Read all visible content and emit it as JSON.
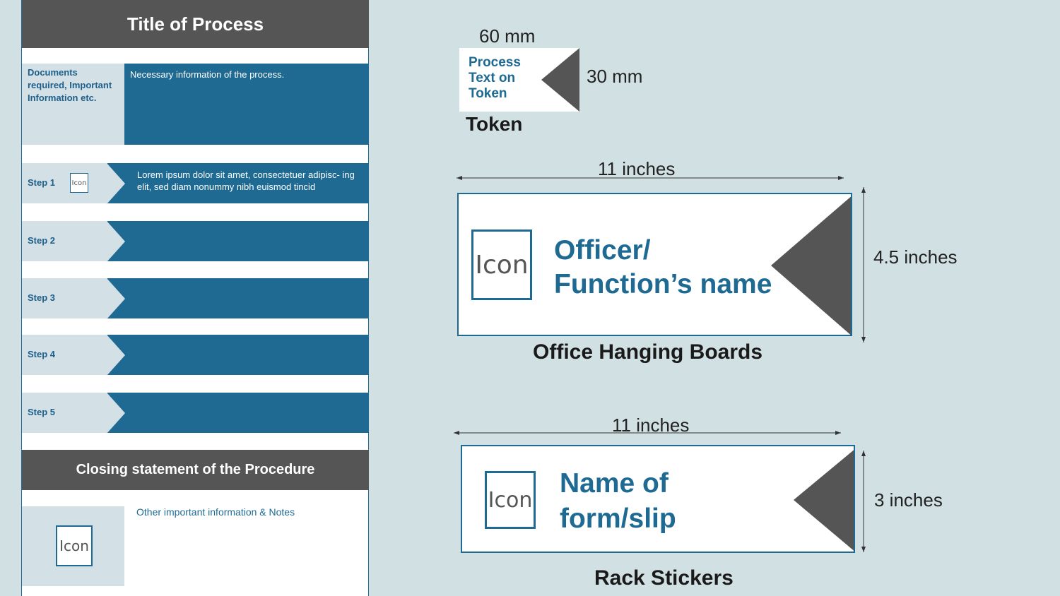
{
  "poster": {
    "title": "Title of Process",
    "docs_label": "Documents required, Important Information etc.",
    "docs_info": "Necessary information of the process.",
    "steps": [
      {
        "label": "Step 1",
        "icon": "Icon",
        "text": "Lorem ipsum dolor sit amet, consectetuer adipisc- ing elit, sed diam nonummy nibh euismod tincid"
      },
      {
        "label": "Step 2",
        "text": ""
      },
      {
        "label": "Step 3",
        "text": ""
      },
      {
        "label": "Step 4",
        "text": ""
      },
      {
        "label": "Step 5",
        "text": ""
      }
    ],
    "closing": "Closing statement of the Procedure",
    "notes": "Other important information & Notes",
    "icon": "Icon"
  },
  "token": {
    "width_label": "60 mm",
    "height_label": "30 mm",
    "text": "Process Text on Token",
    "caption": "Token"
  },
  "board": {
    "width_label": "11 inches",
    "height_label": "4.5 inches",
    "icon": "Icon",
    "name_line1": "Officer/",
    "name_line2": "Function’s name",
    "caption": "Office Hanging Boards"
  },
  "sticker": {
    "width_label": "11 inches",
    "height_label": "3 inches",
    "icon": "Icon",
    "name_line1": "Name of",
    "name_line2": "form/slip",
    "caption": "Rack Stickers"
  },
  "colors": {
    "blue": "#1e6a93",
    "dark": "#555555",
    "light": "#d3e1e7",
    "background": "#d1e0e3"
  }
}
